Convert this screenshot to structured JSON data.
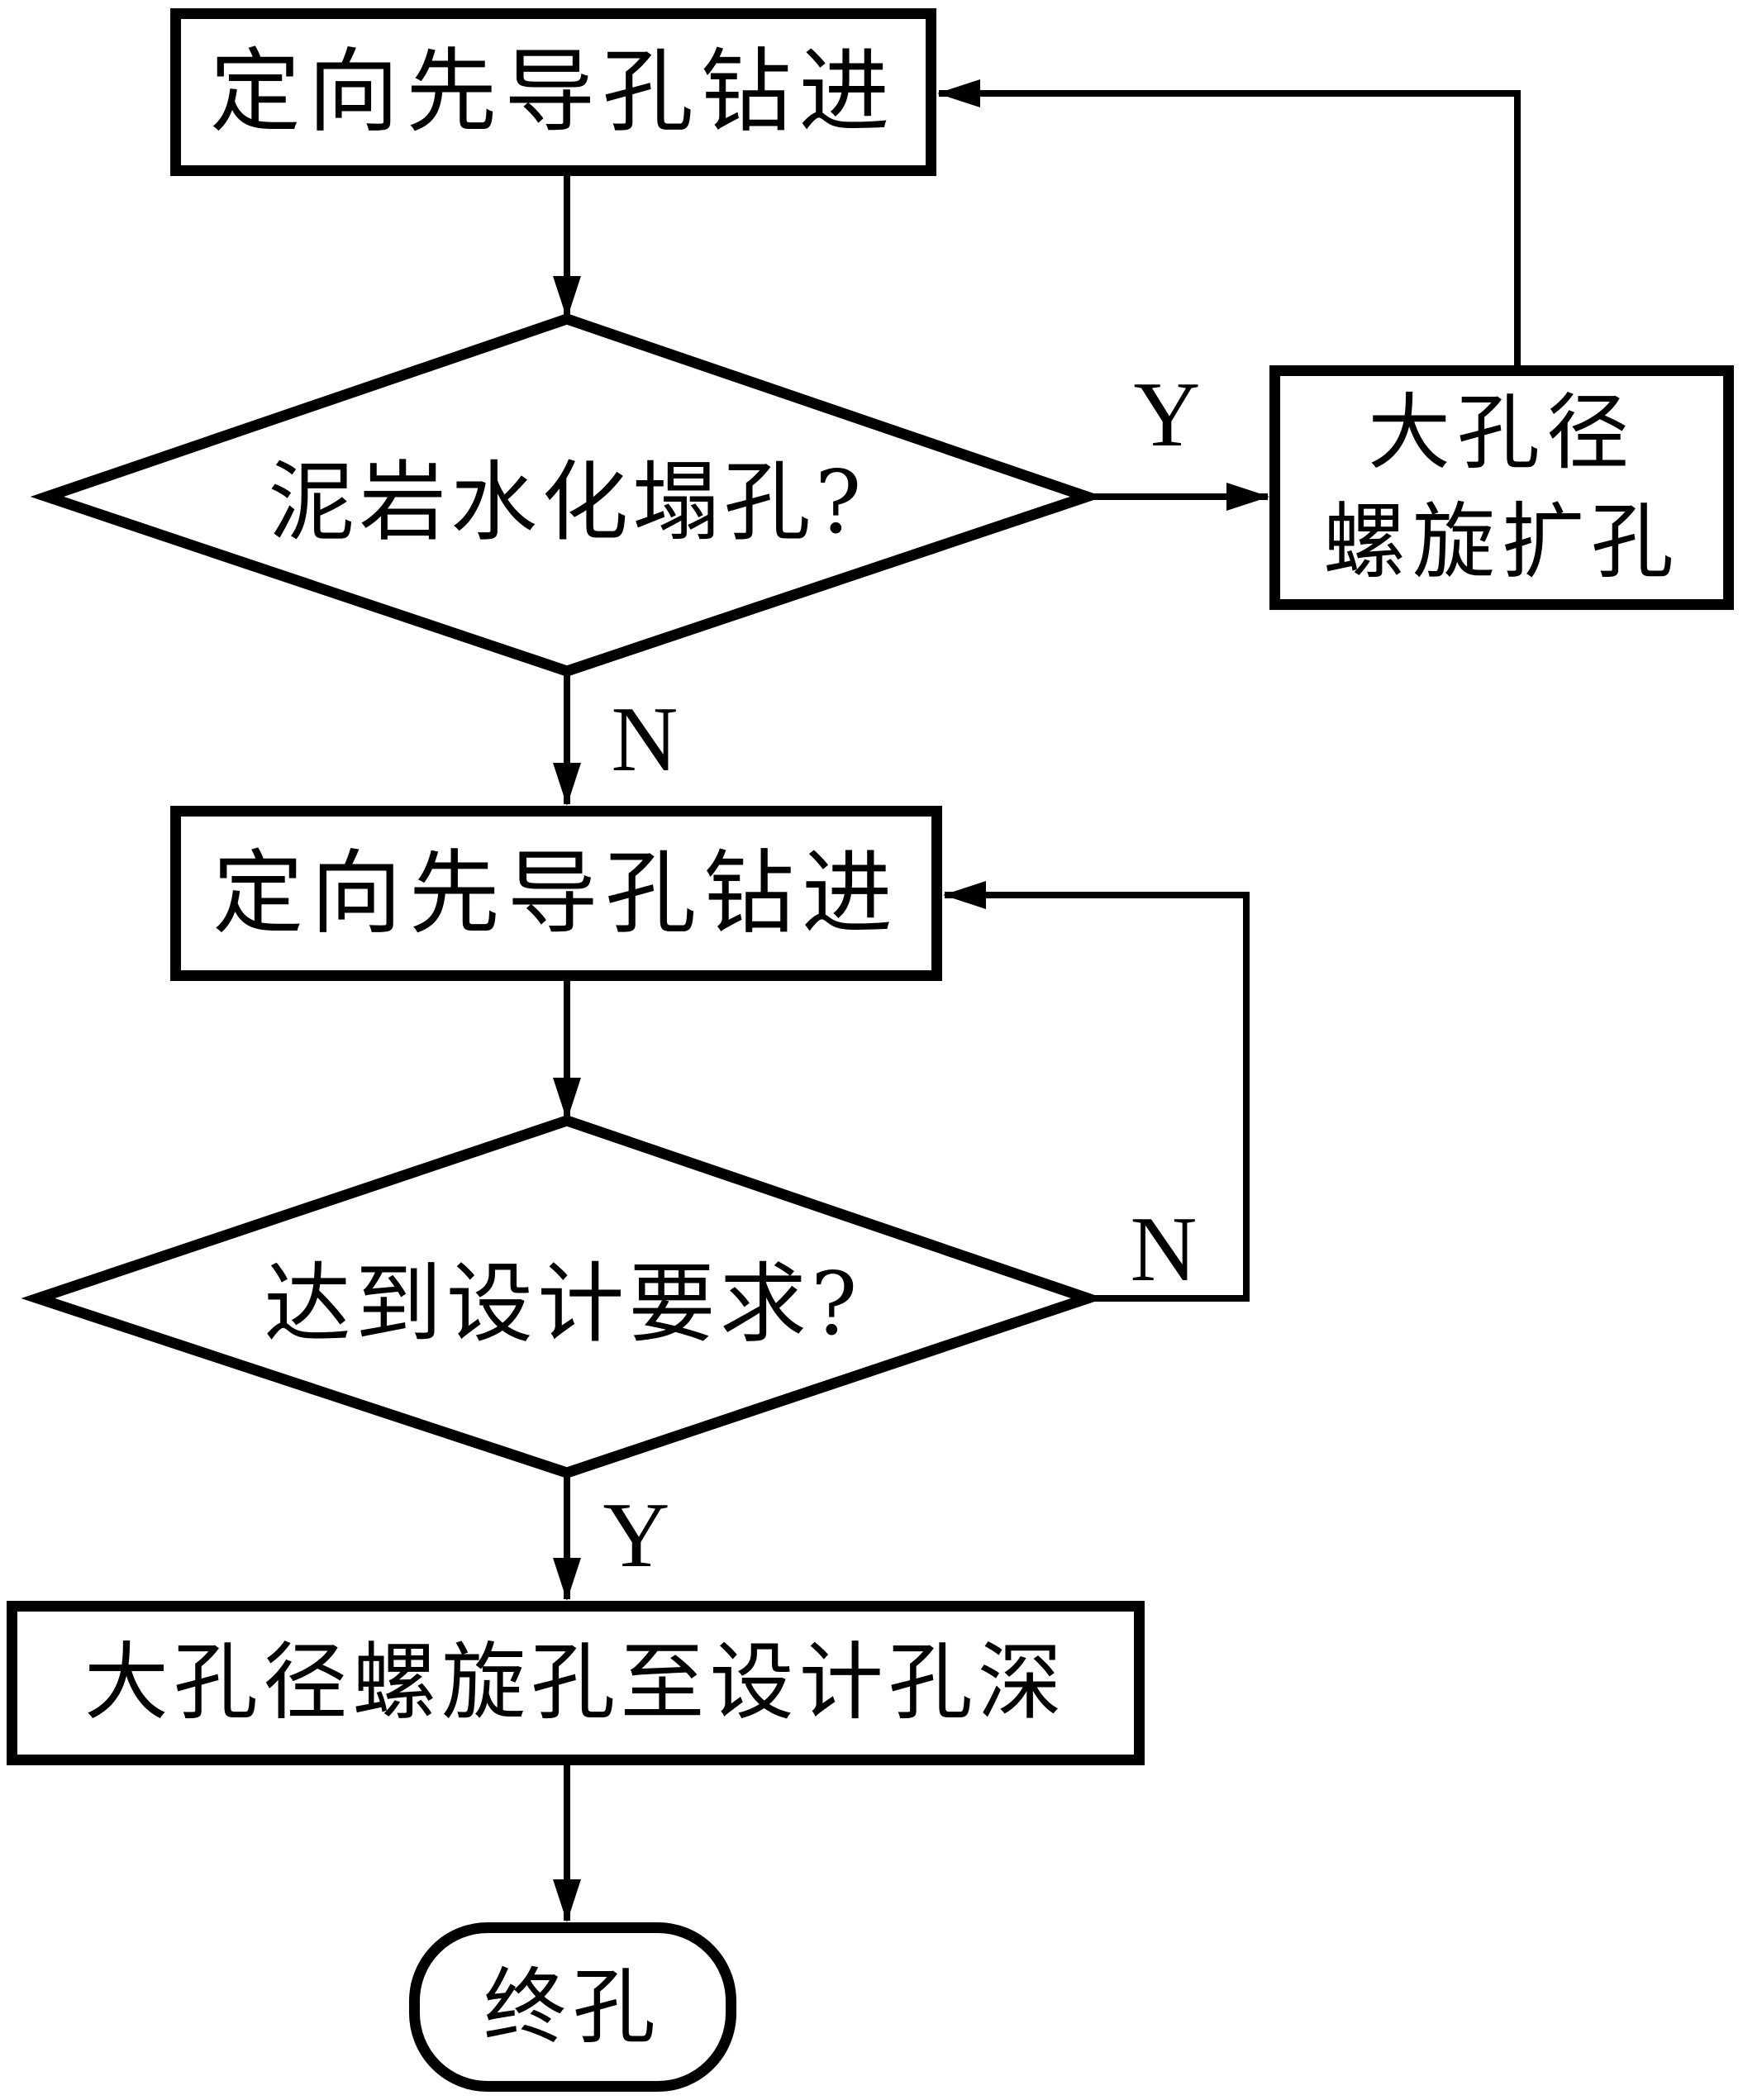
{
  "figure": {
    "type": "flowchart",
    "background": "#ffffff",
    "stroke_color": "#000000"
  },
  "nodes": {
    "pilot_drilling_1": {
      "label": "定向先导孔钻进"
    },
    "decision_mudstone": {
      "label": "泥岩水化塌孔?"
    },
    "spiral_reaming": {
      "line1": "大孔径",
      "line2": "螺旋扩孔"
    },
    "pilot_drilling_2": {
      "label": "定向先导孔钻进"
    },
    "decision_design": {
      "label": "达到设计要求?"
    },
    "spiral_to_depth": {
      "label": "大孔径螺旋孔至设计孔深"
    },
    "end_hole": {
      "label": "终孔"
    }
  },
  "branch_labels": {
    "mudstone_yes": "Y",
    "mudstone_no": "N",
    "design_no": "N",
    "design_yes": "Y"
  }
}
